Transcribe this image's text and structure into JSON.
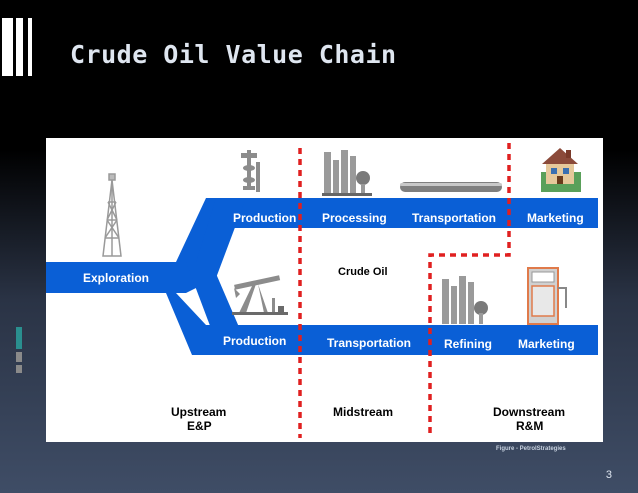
{
  "slide": {
    "title": "Crude Oil Value Chain",
    "page_number": "3"
  },
  "diagram": {
    "exploration": "Exploration",
    "crude_oil": "Crude Oil",
    "gas_chain": [
      "Production",
      "Processing",
      "Transportation",
      "Marketing"
    ],
    "oil_chain": [
      "Production",
      "Transportation",
      "Refining",
      "Marketing"
    ],
    "segments": {
      "upstream": [
        "Upstream",
        "E&P"
      ],
      "midstream": [
        "Midstream"
      ],
      "downstream": [
        "Downstream",
        "R&M"
      ]
    },
    "credit": "Figure - PetrolStrategies"
  },
  "colors": {
    "flow_blue": "#0a5fd6",
    "divider_red": "#e02020",
    "background_dark": "#000000"
  }
}
